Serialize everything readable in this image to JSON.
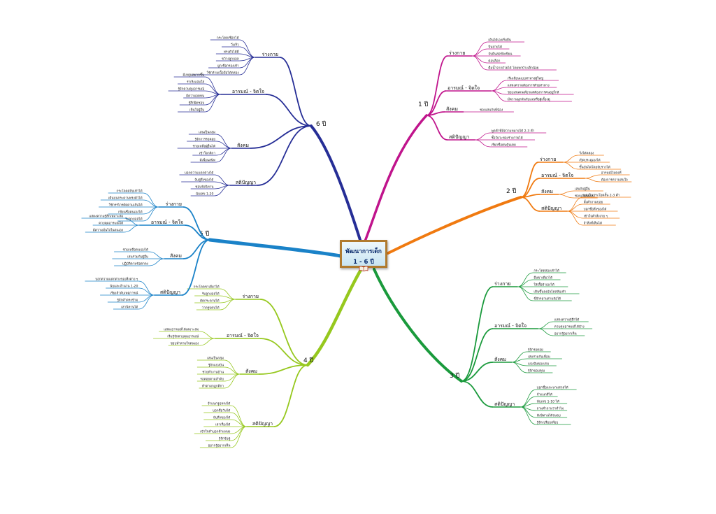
{
  "center": {
    "line1": "พัฒนาการเด็ก",
    "line2": "1 - 6 ปี",
    "icon": "book-icon"
  },
  "colors": {
    "age1": "#c0148c",
    "age2": "#f07a10",
    "age3": "#1a9a3c",
    "age4": "#96c81e",
    "age5": "#1a82c8",
    "age6": "#262e96",
    "frame": "#b07a2e"
  },
  "branches": [
    {
      "age": "1 ปี",
      "categories": [
        {
          "label": "ร่างกาย",
          "items": [
            "เดินได้เองเริ่มยืน",
            "ปีนป่ายได้",
            "จับดินสอขีดเขียน",
            "ต่อบล็อก",
            "ดื่มน้ำจากถ้วยได้ โดยหกบ้างเล็กน้อย"
          ]
        },
        {
          "label": "อารมณ์ - จิตใจ",
          "items": [
            "เริ่มเลียนแบบท่าทางผู้ใหญ่",
            "แสดงความต้องการด้วยท่าทาง",
            "ชอบเล่นคนเดียวแต่ต้องการคนอยู่ใกล้",
            "มีความผูกพันกับแม่หรือผู้เลี้ยงดู"
          ]
        },
        {
          "label": "สังคม",
          "items": [
            "ชอบเล่นกับพี่น้อง"
          ]
        },
        {
          "label": "สติปัญญา",
          "items": [
            "พูดคำที่มีความหมายได้ 2-3 คำ",
            "ชี้อวัยวะของร่างกายได้",
            "เรียกชื่อคนคุ้นเคย"
          ]
        }
      ]
    },
    {
      "age": "2 ปี",
      "categories": [
        {
          "label": "ร่างกาย",
          "items": [
            "วิ่งได้คล่อง",
            "เปิดประตูเองได้",
            "ขึ้นบันไดโดยจับราวได้"
          ]
        },
        {
          "label": "อารมณ์ - จิตใจ",
          "items": [
            "อารมณ์ไม่คงที่",
            "ต้องการความสนใจ"
          ]
        },
        {
          "label": "สังคม",
          "items": [
            "เล่นกับผู้อื่น",
            "ชอบเลียนแบบ"
          ]
        },
        {
          "label": "สติปัญญา",
          "items": [
            "พูดเป็นประโยคสั้น 2-3 คำ",
            "ตั้งคำถามบ่อย",
            "บอกชื่อสิ่งของได้",
            "เข้าใจคำสั่งง่าย ๆ",
            "จำสิ่งที่เห็นได้"
          ]
        }
      ]
    },
    {
      "age": "3 ปี",
      "categories": [
        {
          "label": "ร่างกาย",
          "items": [
            "กระโดดสองเท้าได้",
            "ยืนขาเดียวได้",
            "ใส่เสื้อผ้าเองได้",
            "เดินขึ้นลงบันไดสลับเท้า",
            "ขี่จักรยานสามล้อได้"
          ]
        },
        {
          "label": "อารมณ์ - จิตใจ",
          "items": [
            "แสดงความรู้สึกได้",
            "ควบคุมอารมณ์ได้บ้าง",
            "อยากรู้อยากเห็น"
          ]
        },
        {
          "label": "สังคม",
          "items": [
            "รู้จักรอคอย",
            "เล่นร่วมกับเพื่อน",
            "แบ่งปันของเล่น",
            "รู้จักขอบคุณ"
          ]
        },
        {
          "label": "สติปัญญา",
          "items": [
            "บอกชื่อและนามสกุลได้",
            "จำแนกสีได้",
            "นับเลข 1-10 ได้",
            "ถามคำถามว่าทำไม",
            "ฟังนิทานได้จนจบ",
            "รู้จักเปรียบเทียบ"
          ]
        }
      ]
    },
    {
      "age": "4 ปี",
      "categories": [
        {
          "label": "ร่างกาย",
          "items": [
            "กระโดดขาเดียวได้",
            "รับลูกบอลได้",
            "ตัดกระดาษได้",
            "วาดรูปคนได้"
          ]
        },
        {
          "label": "อารมณ์ - จิตใจ",
          "items": [
            "แสดงอารมณ์ได้เหมาะสม",
            "เริ่มรู้จักควบคุมอารมณ์",
            "ชอบทำตามใจตนเอง"
          ]
        },
        {
          "label": "สังคม",
          "items": [
            "เล่นเป็นกลุ่ม",
            "รู้จักแบ่งปัน",
            "ช่วยทำงานบ้าน",
            "รอคอยตามลำดับ",
            "ทำตามกฎกติกา"
          ]
        },
        {
          "label": "สติปัญญา",
          "items": [
            "จำแนกรูปทรงได้",
            "บอกชื่อวันได้",
            "นับสิ่งของได้",
            "เล่าเรื่องได้",
            "เข้าใจคำบอกตำแหน่ง",
            "รู้จักจับคู่",
            "อยากรู้อยากเห็น"
          ]
        }
      ]
    },
    {
      "age": "5 ปี",
      "categories": [
        {
          "label": "ร่างกาย",
          "items": [
            "กระโดดสลับเท้าได้",
            "เดินบนกระดานทรงตัวได้",
            "ใช้กรรไกรตัดตามเส้นได้",
            "เขียนชื่อตนเองได้",
            "รับลูกบอลได้"
          ]
        },
        {
          "label": "อารมณ์ - จิตใจ",
          "items": [
            "แสดงความรู้สึกเหมาะสม",
            "ควบคุมอารมณ์ได้",
            "มีความมั่นใจในตนเอง"
          ]
        },
        {
          "label": "สังคม",
          "items": [
            "ช่วยเหลือตนเองได้",
            "เล่นร่วมกับผู้อื่น",
            "ปฏิบัติตามข้อตกลง"
          ]
        },
        {
          "label": "สติปัญญา",
          "items": [
            "บอกความแตกต่างของสิ่งต่าง ๆ",
            "นับและจำนวน 1-20",
            "เรียงลำดับเหตุการณ์",
            "รู้จักคำตรงข้าม",
            "เล่านิทานได้"
          ]
        }
      ]
    },
    {
      "age": "6 ปี",
      "categories": [
        {
          "label": "ร่างกาย",
          "items": [
            "กระโดดเชือกได้",
            "วิ่งเร็ว",
            "ทรงตัวได้ดี",
            "ขว้างลูกบอล",
            "ผูกเชือกรองเท้า",
            "ใช้กล้ามเนื้อมือได้คล่อง"
          ]
        },
        {
          "label": "อารมณ์ - จิตใจ",
          "items": [
            "มีเหตุผลมากขึ้น",
            "ร่าเริงแจ่มใส",
            "รู้จักควบคุมอารมณ์",
            "มีความอดทน",
            "รู้สึกผิดชอบ",
            "เห็นใจผู้อื่น"
          ]
        },
        {
          "label": "สังคม",
          "items": [
            "เล่นเป็นกลุ่ม",
            "รู้จักการรอคอย",
            "ช่วยเหลือผู้อื่นได้",
            "เข้าใจกติกา",
            "มีเพื่อนสนิท"
          ]
        },
        {
          "label": "สติปัญญา",
          "items": [
            "บอกความแตกต่างได้",
            "จับคู่สิ่งของได้",
            "ชอบฟังนิทาน",
            "นับเลข 1-20"
          ]
        }
      ]
    }
  ]
}
